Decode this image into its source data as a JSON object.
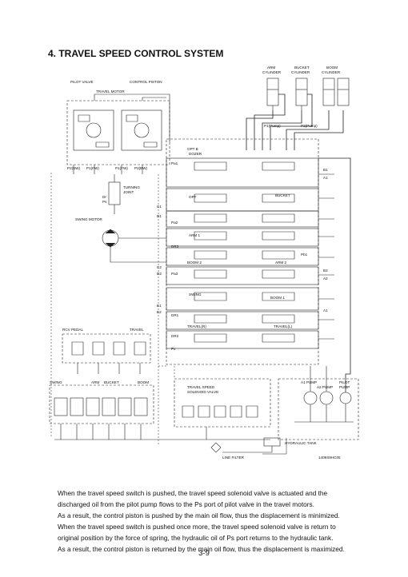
{
  "section_title": "4. TRAVEL SPEED CONTROL SYSTEM",
  "diagram": {
    "labels": {
      "arm_cylinder_1": "ARM",
      "arm_cylinder_2": "CYLINDER",
      "bucket_cylinder_1": "BUCKET",
      "bucket_cylinder_2": "CYLINDER",
      "boom_cylinder_1": "BOOM",
      "boom_cylinder_2": "CYLINDER",
      "pilot_valve": "PILOT VALVE",
      "control_piston": "CONTROL PISTON",
      "travel_motor": "TRAVEL MOTOR",
      "p2_bw_l": "P2(BW)",
      "p1_fw_l": "P1(FW)",
      "p1_fw_r": "P1(FW)",
      "p2_bw_r": "P2(BW)",
      "turning_joint_1": "TURNING",
      "turning_joint_2": "JOINT",
      "swing_motor": "SWING MOTOR",
      "rcv_pedal": "RCV PEDAL",
      "travel": "TRAVEL",
      "swing": "SWING",
      "arm": "ARM",
      "bucket": "BUCKET",
      "boom": "BOOM",
      "ts_valve_1": "TRAVEL SPEED",
      "ts_valve_2": "SOLENOID VALVE",
      "hydraulic_tank": "HYDRAULIC TANK",
      "line_filter": "LINE FILTER",
      "a1_pump": "A1 PUMP",
      "a2_pump": "A2 PUMP",
      "pilot_pump_1": "PILOT",
      "pilot_pump_2": "PUMP",
      "p1_pump": "P1(Pump)",
      "p2_pump": "P2(Pump)",
      "arm1": "ARM 1",
      "arm2": "ARM 2",
      "boom1": "BOOM 1",
      "boom2": "BOOM 2",
      "opt_b": "OPT B",
      "opt": "OPT",
      "dozer": "DOZER",
      "bucket_sec": "BUCKET",
      "swing_sec": "SWING",
      "travel_r": "TRAVEL(R)",
      "travel_l": "TRAVEL(L)",
      "a1": "A1",
      "a2": "A2",
      "b1": "B1",
      "b2": "B2",
      "c1": "C1",
      "c2": "C2",
      "d1": "D1",
      "d2": "D2",
      "e1": "E1",
      "e2": "E2",
      "pa1": "Pa1",
      "pa2": "Pa2",
      "pa3": "Pa3",
      "pb1": "Pb1",
      "dr1": "DR1",
      "dr2": "DR2",
      "dr3": "DR3",
      "ps": "Ps",
      "dr": "Dr",
      "px": "Px",
      "drawing_code": "1409S9HC05"
    }
  },
  "paragraphs": [
    "When the travel speed switch is pushed, the travel speed solenoid valve is actuated and the",
    "discharged oil from the pilot pump flows to the Ps port of pilot valve in the travel motors.",
    "As a result, the control piston is pushed by the main oil flow, thus the displacement is minimized.",
    "When the travel speed switch is pushed once more, the travel speed solenoid valve is return to",
    "original position by the force of spring, the hydraulic oil of Ps port returns to the hydraulic tank.",
    "As a result, the control piston is returned by the main oil flow, thus the displacement is maximized."
  ],
  "page_number": "3-9"
}
